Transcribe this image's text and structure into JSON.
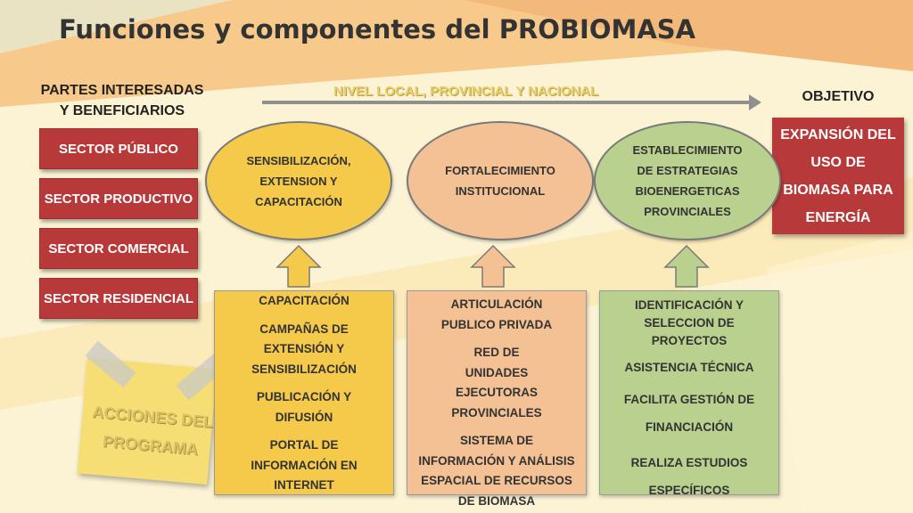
{
  "title": "Funciones y componentes del PROBIOMASA",
  "stakeholders": {
    "heading_line1": "PARTES INTERESADAS",
    "heading_line2": "Y BENEFICIARIOS",
    "sectors": [
      "SECTOR PÚBLICO",
      "SECTOR PRODUCTIVO",
      "SECTOR COMERCIAL",
      "SECTOR RESIDENCIAL"
    ]
  },
  "level_label": "NIVEL LOCAL, PROVINCIAL Y NACIONAL",
  "objective": {
    "heading": "OBJETIVO",
    "lines": [
      "EXPANSIÓN DEL",
      "USO DE",
      "BIOMASA PARA",
      "ENERGÍA"
    ]
  },
  "functions": [
    {
      "lines": [
        "SENSIBILIZACIÓN,",
        "EXTENSION Y",
        "CAPACITACIÓN"
      ],
      "color": "#f5c94a"
    },
    {
      "lines": [
        "FORTALECIMIENTO",
        "INSTITUCIONAL"
      ],
      "color": "#f4c195"
    },
    {
      "lines": [
        "ESTABLECIMIENTO",
        "DE ESTRATEGIAS",
        "BIOENERGETICAS",
        "PROVINCIALES"
      ],
      "color": "#b9d08e"
    }
  ],
  "actions_note": {
    "line1": "ACCIONES DEL",
    "line2": "PROGRAMA"
  },
  "actions": [
    {
      "color": "#f5c94a",
      "items": [
        "CAPACITACIÓN",
        "CAMPAÑAS DE EXTENSIÓN Y SENSIBILIZACIÓN",
        "PUBLICACIÓN Y DIFUSIÓN",
        "PORTAL DE INFORMACIÓN EN INTERNET"
      ]
    },
    {
      "color": "#f4c195",
      "items": [
        "ARTICULACIÓN PUBLICO PRIVADA",
        "RED DE UNIDADES EJECUTORAS PROVINCIALES",
        "SISTEMA DE INFORMACIÓN Y ANÁLISIS ESPACIAL DE RECURSOS DE BIOMASA"
      ]
    },
    {
      "color": "#b9d08e",
      "items": [
        "IDENTIFICACIÓN Y SELECCION DE PROYECTOS",
        "ASISTENCIA TÉCNICA",
        "FACILITA GESTIÓN DE FINANCIACIÓN",
        "REALIZA ESTUDIOS ESPECÍFICOS"
      ]
    }
  ]
}
